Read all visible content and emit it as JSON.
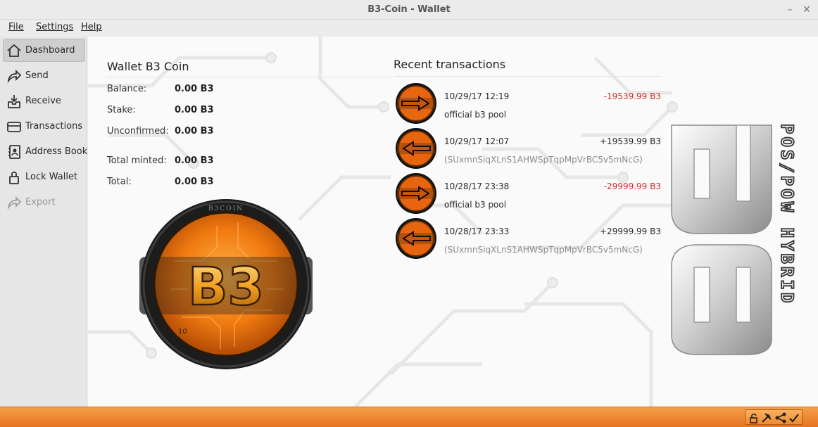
{
  "window": {
    "title": "B3-Coin - Wallet",
    "minimize_glyph": "–",
    "close_glyph": "✕"
  },
  "menu": [
    {
      "label": "File"
    },
    {
      "label": "Settings"
    },
    {
      "label": "Help"
    }
  ],
  "sidebar": {
    "items": [
      {
        "label": "Dashboard",
        "icon": "home-icon",
        "active": true
      },
      {
        "label": "Send",
        "icon": "send-arrow-icon"
      },
      {
        "label": "Receive",
        "icon": "receive-inbox-icon"
      },
      {
        "label": "Transactions",
        "icon": "card-icon"
      },
      {
        "label": "Address Book",
        "icon": "address-book-icon"
      },
      {
        "label": "Lock Wallet",
        "icon": "lock-icon"
      },
      {
        "label": "Export",
        "icon": "export-arrow-icon",
        "disabled": true
      }
    ]
  },
  "wallet": {
    "title": "Wallet B3 Coin",
    "rows": [
      {
        "label": "Balance:",
        "value": "0.00 B3"
      },
      {
        "label": "Stake:",
        "value": "0.00 B3"
      },
      {
        "label": "Unconfirmed:",
        "value": "0.00 B3"
      },
      {
        "label": "Total minted:",
        "value": "0.00 B3"
      },
      {
        "label": "Total:",
        "value": "0.00 B3"
      }
    ]
  },
  "coin": {
    "ring_text": "B3COIN",
    "center_text": "B3",
    "small_text": "10"
  },
  "recent": {
    "title": "Recent transactions",
    "items": [
      {
        "date": "10/29/17 12:19",
        "amount": "-19539.99 B3",
        "negative": true,
        "direction": "out",
        "label": "official b3 pool",
        "muted": false
      },
      {
        "date": "10/29/17 12:07",
        "amount": "+19539.99 B3",
        "negative": false,
        "direction": "in",
        "label": "(SUxmnSiqXLnS1AHWSpTqpMpVrBC5v5mNcG)",
        "muted": true
      },
      {
        "date": "10/28/17 23:38",
        "amount": "-29999.99 B3",
        "negative": true,
        "direction": "out",
        "label": "official b3 pool",
        "muted": false
      },
      {
        "date": "10/28/17 23:33",
        "amount": "+29999.99 B3",
        "negative": false,
        "direction": "in",
        "label": "(SUxmnSiqXLnS1AHWSpTqpMpVrBC5v5mNcG)",
        "muted": true
      }
    ]
  },
  "brand": {
    "vertical_text": "POS/POW HYBRID"
  },
  "colors": {
    "orange": "#e67420",
    "negative": "#d22a2a",
    "muted": "#8a8a8a"
  }
}
